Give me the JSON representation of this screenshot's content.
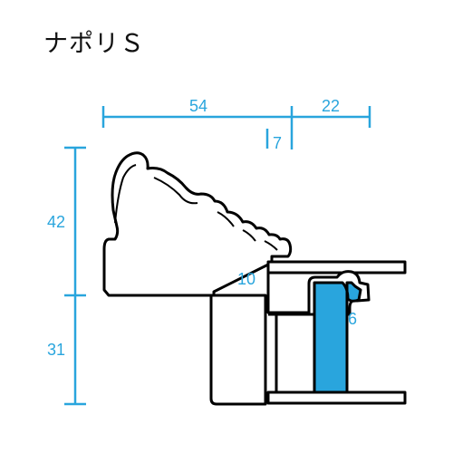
{
  "title": "ナポリＳ",
  "colors": {
    "dimension": "#29a5dd",
    "outline": "#000000",
    "fill": "#ffffff",
    "glass": "#29a5dd"
  },
  "dimensions": {
    "width_main": "54",
    "width_right": "22",
    "rabbet": "7",
    "height_top": "42",
    "height_bottom": "31",
    "inner_10": "10",
    "inner_6": "6"
  }
}
